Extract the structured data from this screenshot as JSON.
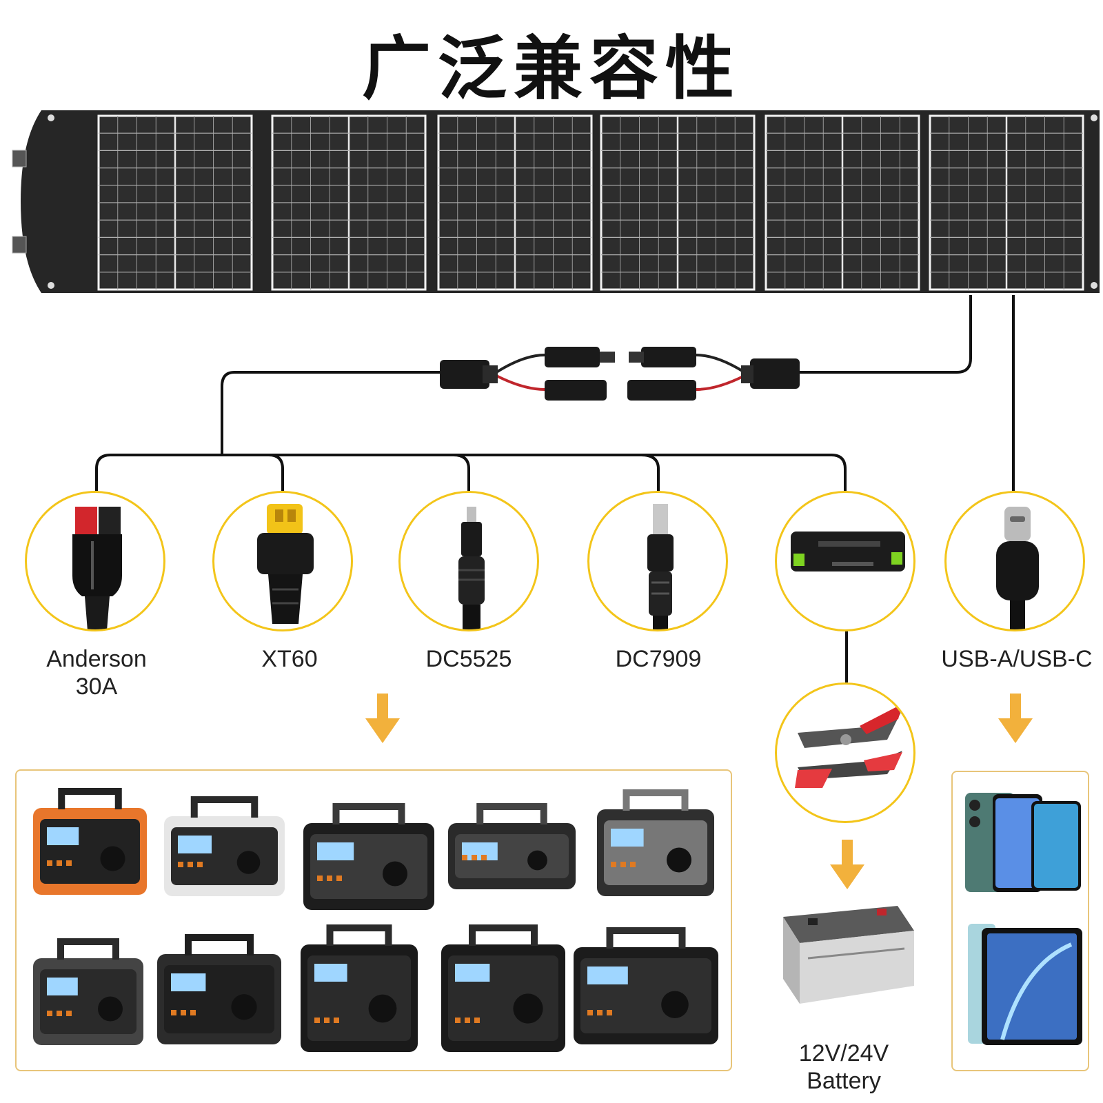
{
  "title": "广泛兼容性",
  "panel": {
    "panel_count": 6
  },
  "connectors": [
    {
      "id": "anderson",
      "label_line1": "Anderson",
      "label_line2": "30A"
    },
    {
      "id": "xt60",
      "label_line1": "XT60"
    },
    {
      "id": "dc5525",
      "label_line1": "DC5525"
    },
    {
      "id": "dc7909",
      "label_line1": "DC7909"
    },
    {
      "id": "usb",
      "label_line1": "USB-A/USB-C"
    }
  ],
  "battery": {
    "label": "12V/24V Battery"
  },
  "colors": {
    "accent": "#f3c51a",
    "arrow": "#f2b13c",
    "box_border": "#e8c57a",
    "panel": "#1f1f1f"
  },
  "icons": [
    "anderson-connector-icon",
    "xt60-connector-icon",
    "dc5525-plug-icon",
    "dc7909-plug-icon",
    "jump-starter-icon",
    "usb-c-plug-icon",
    "battery-clamp-icon",
    "down-arrow-icon",
    "power-station-icon",
    "lead-acid-battery-icon",
    "smartphone-icon",
    "tablet-icon"
  ]
}
